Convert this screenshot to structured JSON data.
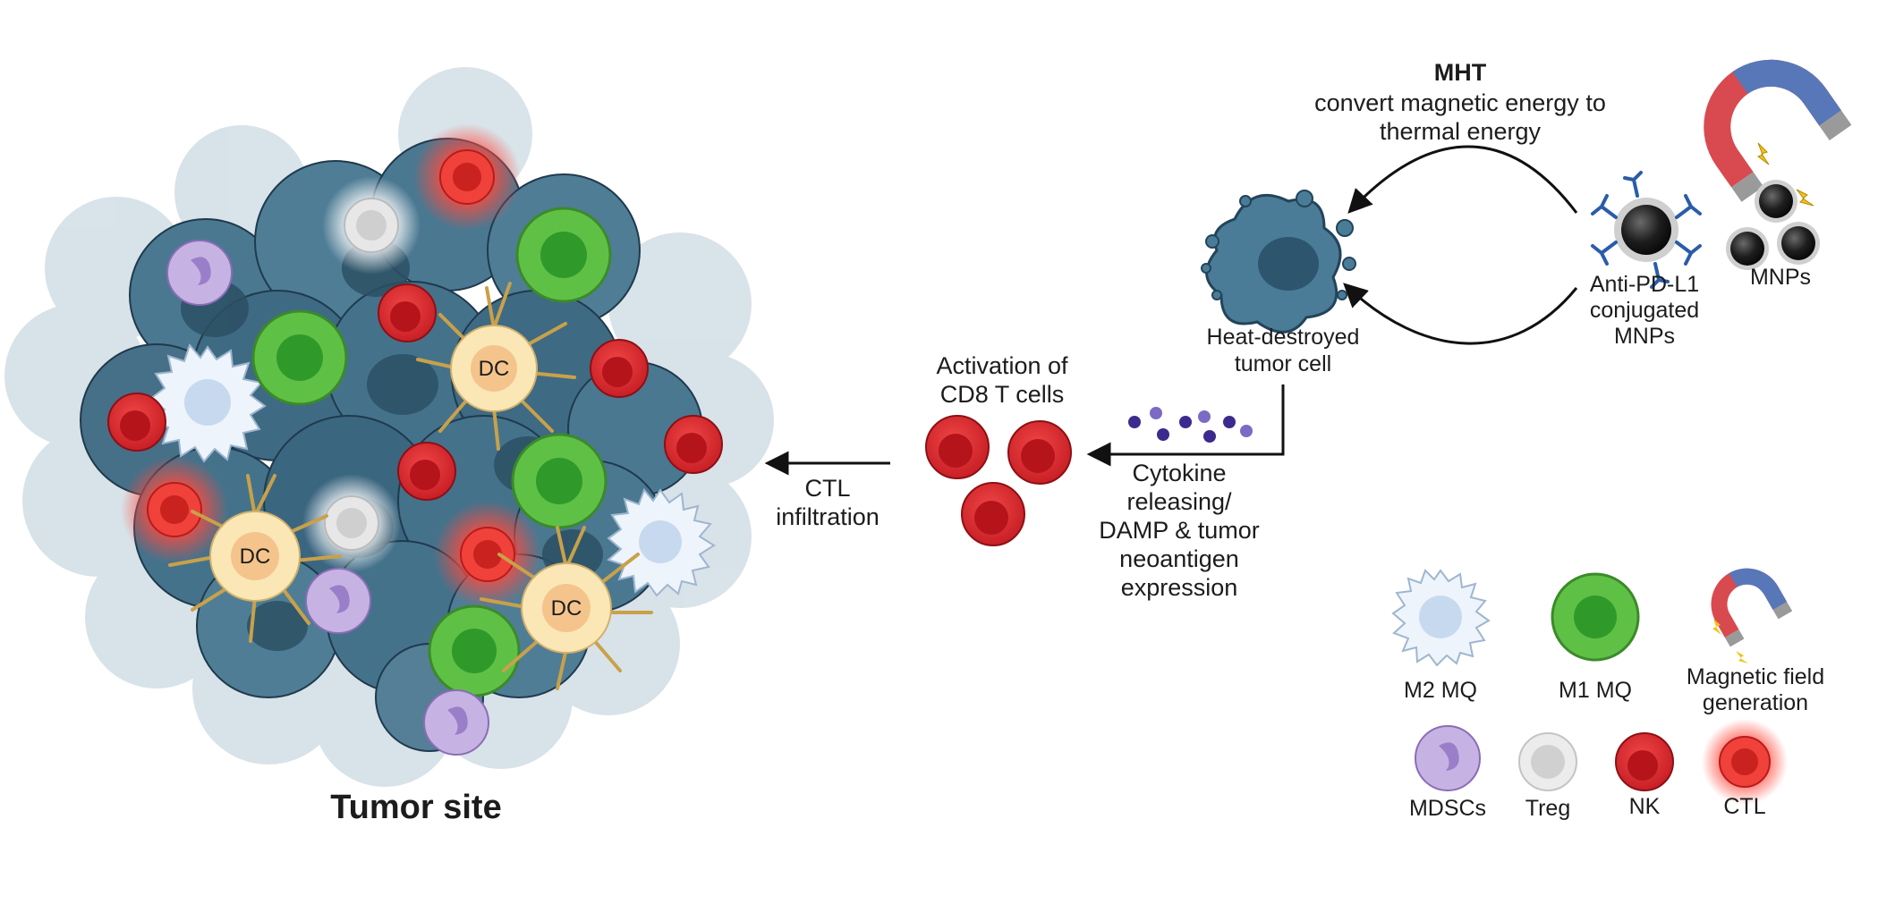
{
  "title": "Tumor site",
  "tumor_labels": {
    "dc": "DC"
  },
  "mht": {
    "heading": "MHT",
    "line1": "convert magnetic energy to",
    "line2": "thermal energy"
  },
  "heat_destroyed": {
    "line1": "Heat-destroyed",
    "line2": "tumor cell"
  },
  "anti_pdl1": {
    "line1": "Anti-PD-L1",
    "line2": "conjugated",
    "line3": "MNPs"
  },
  "mnps": "MNPs",
  "activation": {
    "line1": "Activation of",
    "line2": "CD8 T cells"
  },
  "cytokine": {
    "line1": "Cytokine",
    "line2": "releasing/",
    "line3": "DAMP & tumor",
    "line4": "neoantigen",
    "line5": "expression"
  },
  "ctl_infiltration": {
    "line1": "CTL",
    "line2": "infiltration"
  },
  "legend": {
    "m2": "M2 MQ",
    "m1": "M1 MQ",
    "magnet_line1": "Magnetic field",
    "magnet_line2": "generation",
    "mdscs": "MDSCs",
    "treg": "Treg",
    "nk": "NK",
    "ctl": "CTL"
  },
  "colors": {
    "tumor_dark": "#3d6c86",
    "tumor_light": "#a9c0cf",
    "nk_red": "#d9232b",
    "ctl_red": "#ea3b32",
    "m1_green": "#5fc046",
    "m2_blue": "#dfe9f5",
    "mdsc_purple": "#b6a0d6",
    "treg_gray": "#d4d4d4",
    "dc_yellow": "#fbe7b6",
    "magnet_red": "#d84a4f",
    "magnet_blue": "#5877b8"
  }
}
